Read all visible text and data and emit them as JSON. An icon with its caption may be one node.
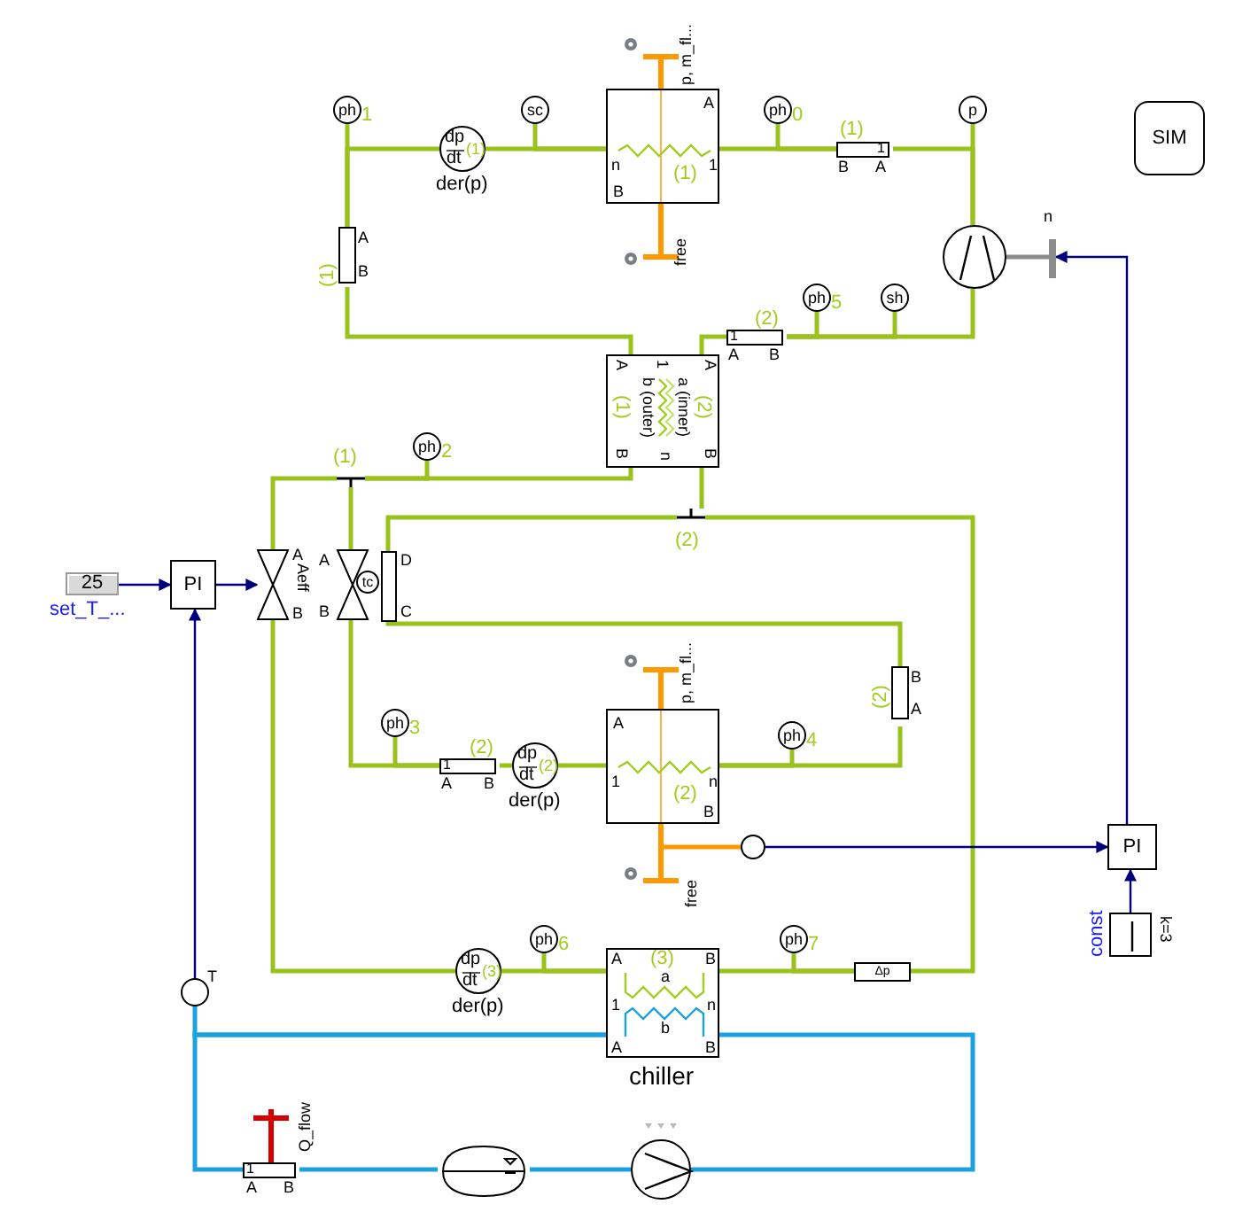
{
  "diagram": {
    "nodes": [
      {
        "text": [
          "ph"
        ],
        "beside": [
          "1"
        ]
      },
      {
        "text": [
          "dp",
          "dt",
          "(1)"
        ],
        "beside": [
          "der(p)"
        ]
      },
      {
        "text": [
          "sc"
        ]
      },
      {
        "text": [
          "A",
          "n",
          "1",
          "(1)",
          "B"
        ],
        "beside": [
          "p, m_fl...",
          "free"
        ]
      },
      {
        "text": [
          "ph"
        ],
        "beside": [
          "0"
        ]
      },
      {
        "text": [
          "1",
          "B",
          "A"
        ],
        "beside": [
          "(1)"
        ]
      },
      {
        "text": [
          "p"
        ]
      },
      {
        "text": [],
        "shape": "circle"
      },
      {
        "text": [],
        "shape": "bar",
        "beside": [
          "n"
        ]
      },
      {
        "text": [
          "A",
          "B"
        ],
        "beside": [
          "(1)"
        ]
      },
      {
        "text": [
          "ph"
        ],
        "beside": [
          "5"
        ]
      },
      {
        "text": [
          "sh"
        ]
      },
      {
        "text": [
          "1",
          "A",
          "B"
        ],
        "beside": [
          "(2)"
        ]
      },
      {
        "text": [
          "A",
          "1",
          "b (outer)",
          "(1)",
          "a (inner)",
          "(2)",
          "A",
          "B",
          "n",
          "B"
        ]
      },
      {
        "text": [
          "ph"
        ],
        "beside": [
          "2"
        ]
      },
      {
        "text": [],
        "shape": "junction",
        "beside": [
          "(1)"
        ]
      },
      {
        "text": [],
        "shape": "junction",
        "beside": [
          "(2)"
        ]
      },
      {
        "text": [],
        "shape": "valve",
        "beside": [
          "A",
          "Aeff",
          "B"
        ]
      },
      {
        "text": [],
        "shape": "valve",
        "beside": [
          "A",
          "B"
        ]
      },
      {
        "text": [
          "tc"
        ]
      },
      {
        "text": [],
        "shape": "box",
        "beside": [
          "D",
          "C"
        ]
      },
      {
        "text": [
          "PI"
        ]
      },
      {
        "text": [
          "25"
        ],
        "beside": [
          "set_T_..."
        ]
      },
      {
        "text": [
          "ph"
        ],
        "beside": [
          "3"
        ]
      },
      {
        "text": [
          "1",
          "A",
          "B"
        ],
        "beside": [
          "(2)"
        ]
      },
      {
        "text": [
          "dp",
          "dt",
          "(2)"
        ],
        "beside": [
          "der(p)"
        ]
      },
      {
        "text": [
          "A",
          "1",
          "(2)",
          "n",
          "B"
        ],
        "beside": [
          "p, m_fl...",
          "free"
        ]
      },
      {
        "text": [
          "ph"
        ],
        "beside": [
          "4"
        ]
      },
      {
        "text": [
          "B",
          "A"
        ],
        "beside": [
          "(2)"
        ]
      },
      {
        "text": [],
        "shape": "circle"
      },
      {
        "text": [
          "PI"
        ]
      },
      {
        "text": [],
        "shape": "box",
        "beside": [
          "const",
          "k=3"
        ]
      },
      {
        "text": [
          "dp",
          "dt",
          "(3)"
        ],
        "beside": [
          "der(p)"
        ]
      },
      {
        "text": [
          "ph"
        ],
        "beside": [
          "6"
        ]
      },
      {
        "text": [
          "A",
          "(3)",
          "B",
          "a",
          "1",
          "n",
          "b",
          "A",
          "B"
        ],
        "beside": [
          "chiller"
        ]
      },
      {
        "text": [
          "ph"
        ],
        "beside": [
          "7"
        ]
      },
      {
        "text": [
          "Δp"
        ]
      },
      {
        "text": [],
        "shape": "circle",
        "beside": [
          "T"
        ]
      },
      {
        "text": [
          "1",
          "A",
          "B"
        ],
        "beside": [
          "Q_flow"
        ]
      },
      {
        "text": [],
        "shape": "tank"
      },
      {
        "text": [],
        "shape": "circle"
      },
      {
        "text": [
          "SIM"
        ]
      }
    ],
    "edges": [
      {
        "from": 0,
        "to": 9,
        "arrow": "none"
      },
      {
        "from": 9,
        "to": 1,
        "arrow": "none"
      },
      {
        "from": 1,
        "to": 3,
        "arrow": "none"
      },
      {
        "from": 2,
        "to": 3,
        "arrow": "none"
      },
      {
        "from": 3,
        "to": 5,
        "arrow": "none"
      },
      {
        "from": 4,
        "to": 5,
        "arrow": "none"
      },
      {
        "from": 5,
        "to": 7,
        "arrow": "none"
      },
      {
        "from": 6,
        "to": 7,
        "arrow": "none"
      },
      {
        "from": 7,
        "to": 8,
        "arrow": "none",
        "color": "#8c8c8c"
      },
      {
        "from": 7,
        "to": 12,
        "arrow": "none"
      },
      {
        "from": 10,
        "to": 12,
        "arrow": "none"
      },
      {
        "from": 11,
        "to": 12,
        "arrow": "none"
      },
      {
        "from": 12,
        "to": 13,
        "arrow": "none"
      },
      {
        "from": 9,
        "to": 13,
        "arrow": "none"
      },
      {
        "from": 13,
        "to": 15,
        "arrow": "none"
      },
      {
        "from": 14,
        "to": 15,
        "arrow": "none"
      },
      {
        "from": 15,
        "to": 17,
        "arrow": "none"
      },
      {
        "from": 15,
        "to": 18,
        "arrow": "none"
      },
      {
        "from": 13,
        "to": 16,
        "arrow": "none"
      },
      {
        "from": 16,
        "to": 20,
        "arrow": "none"
      },
      {
        "from": 16,
        "to": 36,
        "arrow": "none"
      },
      {
        "from": 20,
        "to": 28,
        "arrow": "none"
      },
      {
        "from": 28,
        "to": 26,
        "arrow": "none"
      },
      {
        "from": 27,
        "to": 26,
        "arrow": "none"
      },
      {
        "from": 18,
        "to": 24,
        "arrow": "none"
      },
      {
        "from": 23,
        "to": 24,
        "arrow": "none"
      },
      {
        "from": 24,
        "to": 25,
        "arrow": "none"
      },
      {
        "from": 25,
        "to": 26,
        "arrow": "none"
      },
      {
        "from": 17,
        "to": 32,
        "arrow": "none"
      },
      {
        "from": 32,
        "to": 34,
        "arrow": "none"
      },
      {
        "from": 33,
        "to": 34,
        "arrow": "none"
      },
      {
        "from": 34,
        "to": 36,
        "arrow": "none"
      },
      {
        "from": 35,
        "to": 36,
        "arrow": "none"
      },
      {
        "from": 26,
        "to": 29,
        "arrow": "none",
        "color": "#ff9900"
      },
      {
        "from": 22,
        "to": 21,
        "arrow": "to",
        "color": "#00007f"
      },
      {
        "from": 21,
        "to": 17,
        "arrow": "to",
        "color": "#00007f"
      },
      {
        "from": 37,
        "to": 21,
        "arrow": "to",
        "color": "#00007f"
      },
      {
        "from": 29,
        "to": 30,
        "arrow": "to",
        "color": "#00007f"
      },
      {
        "from": 31,
        "to": 30,
        "arrow": "to",
        "color": "#00007f"
      },
      {
        "from": 30,
        "to": 8,
        "arrow": "to",
        "color": "#00007f"
      },
      {
        "from": 37,
        "to": 34,
        "arrow": "none",
        "color": "#1ba1e2"
      },
      {
        "from": 34,
        "to": 38,
        "arrow": "none",
        "color": "#1ba1e2"
      },
      {
        "from": 38,
        "to": 39,
        "arrow": "none",
        "color": "#1ba1e2"
      },
      {
        "from": 39,
        "to": 40,
        "arrow": "none",
        "color": "#1ba1e2"
      },
      {
        "from": 40,
        "to": 34,
        "arrow": "none",
        "color": "#1ba1e2"
      }
    ]
  }
}
